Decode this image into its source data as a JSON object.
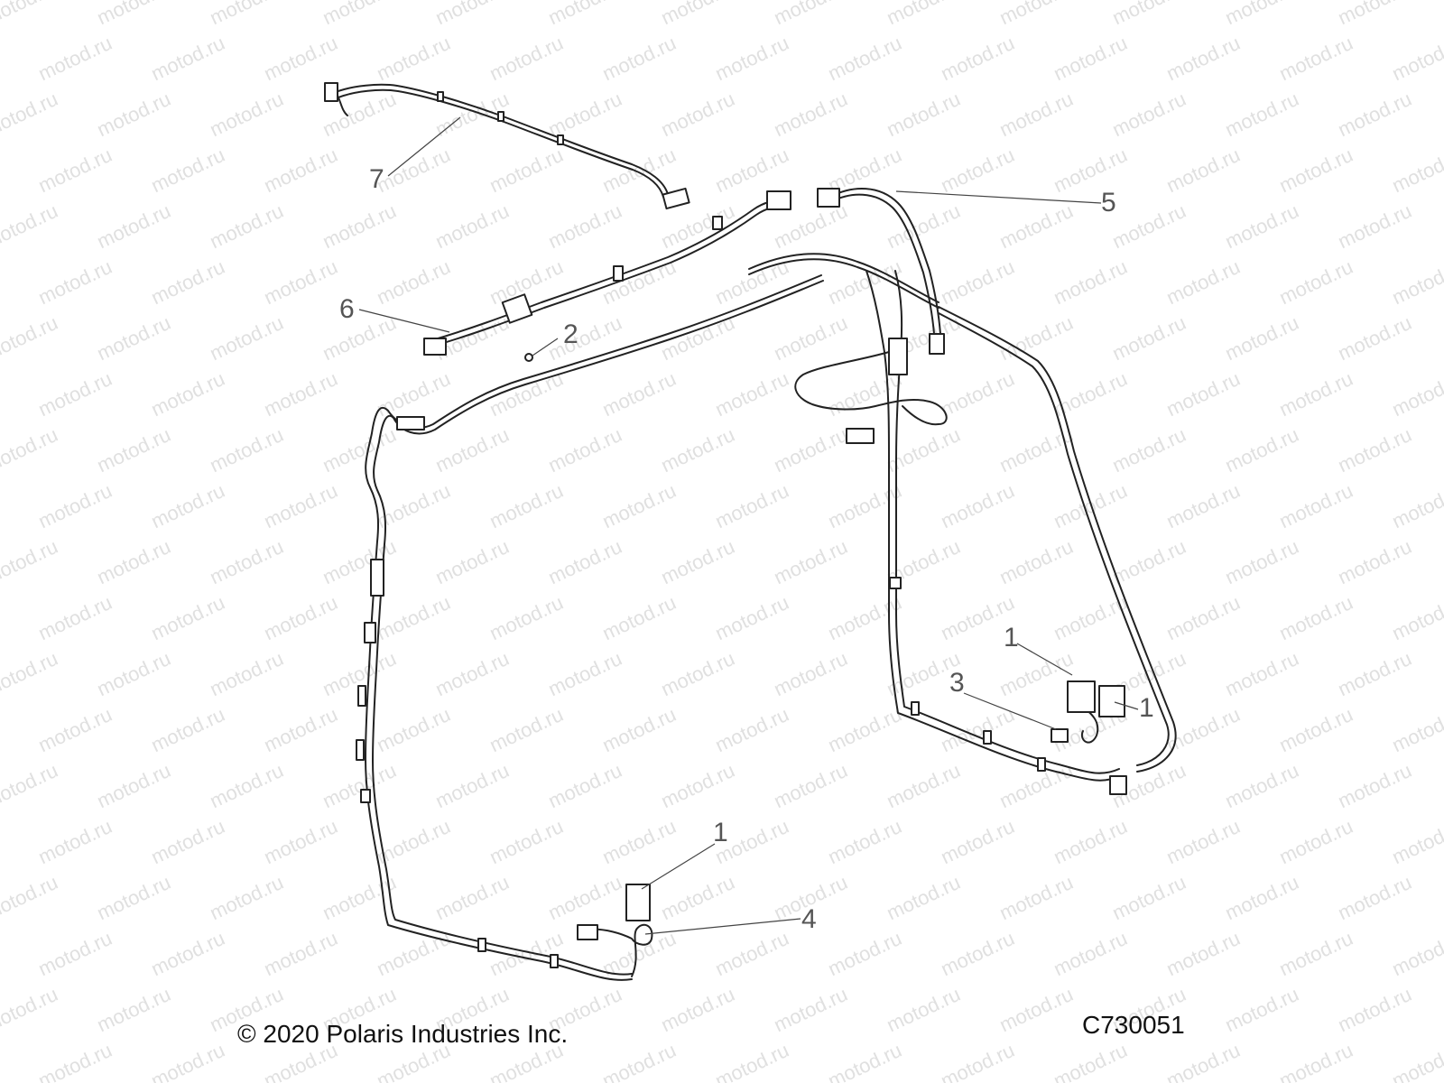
{
  "watermark_text": "motod.ru",
  "callouts": [
    "7",
    "5",
    "6",
    "2",
    "1",
    "3",
    "1",
    "1",
    "4"
  ],
  "footer": {
    "copyright": "© 2020 Polaris Industries Inc.",
    "code": "C730051"
  }
}
